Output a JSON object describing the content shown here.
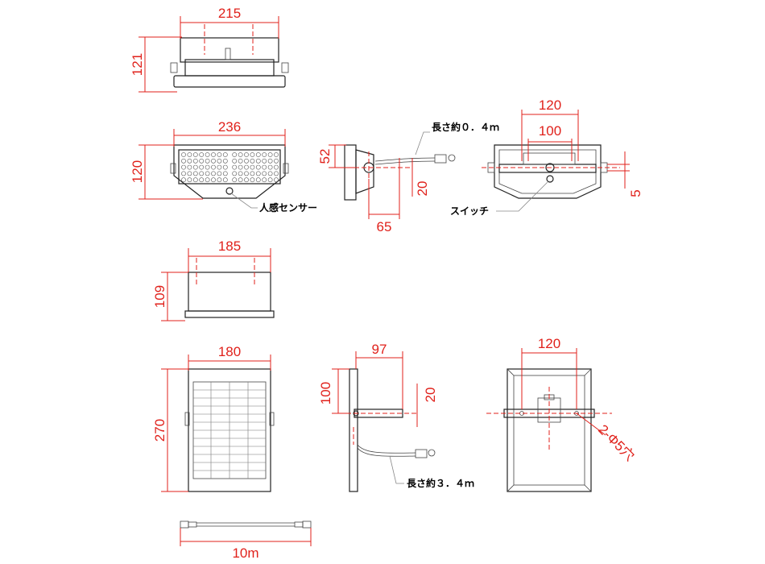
{
  "dimensions": {
    "sensor_top_width": "215",
    "sensor_top_height": "121",
    "sensor_front_width": "236",
    "sensor_front_height": "120",
    "sensor_side_height": "52",
    "sensor_side_arm": "20",
    "sensor_side_depth": "65",
    "sensor_back_outer": "120",
    "sensor_back_inner": "100",
    "sensor_back_offset": "5",
    "panel_top_width": "185",
    "panel_top_height": "109",
    "panel_front_width": "180",
    "panel_front_height": "270",
    "panel_side_depth": "97",
    "panel_side_height": "100",
    "panel_side_arm": "20",
    "panel_back_width": "120",
    "hole_spec": "2-Φ5穴",
    "cable_length": "10m"
  },
  "annotations": {
    "cable_sensor": "長さ約０．４ｍ",
    "motion_sensor": "人感センサー",
    "switch": "スイッチ",
    "cable_panel": "長さ約３．４ｍ"
  },
  "colors": {
    "dimension": "#e0211b",
    "outline": "#222222"
  }
}
